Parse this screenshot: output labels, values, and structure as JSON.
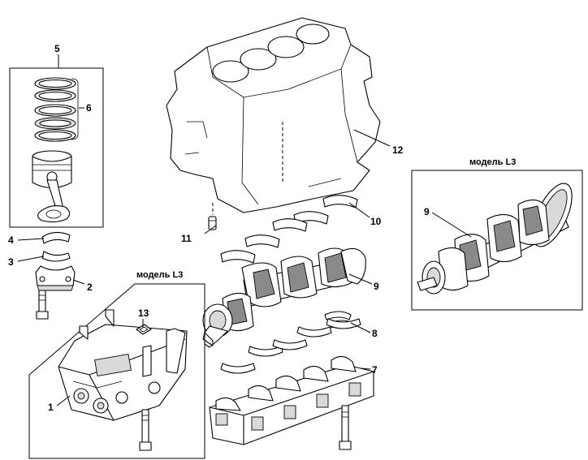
{
  "callouts": {
    "n1": "1",
    "n2": "2",
    "n3": "3",
    "n4": "4",
    "n5": "5",
    "n6": "6",
    "n7": "7",
    "n8": "8",
    "n9": "9",
    "n9b": "9",
    "n10": "10",
    "n11": "11",
    "n12": "12",
    "n13": "13"
  },
  "labels": {
    "model_left": "модель L3",
    "model_right": "модель L3"
  }
}
